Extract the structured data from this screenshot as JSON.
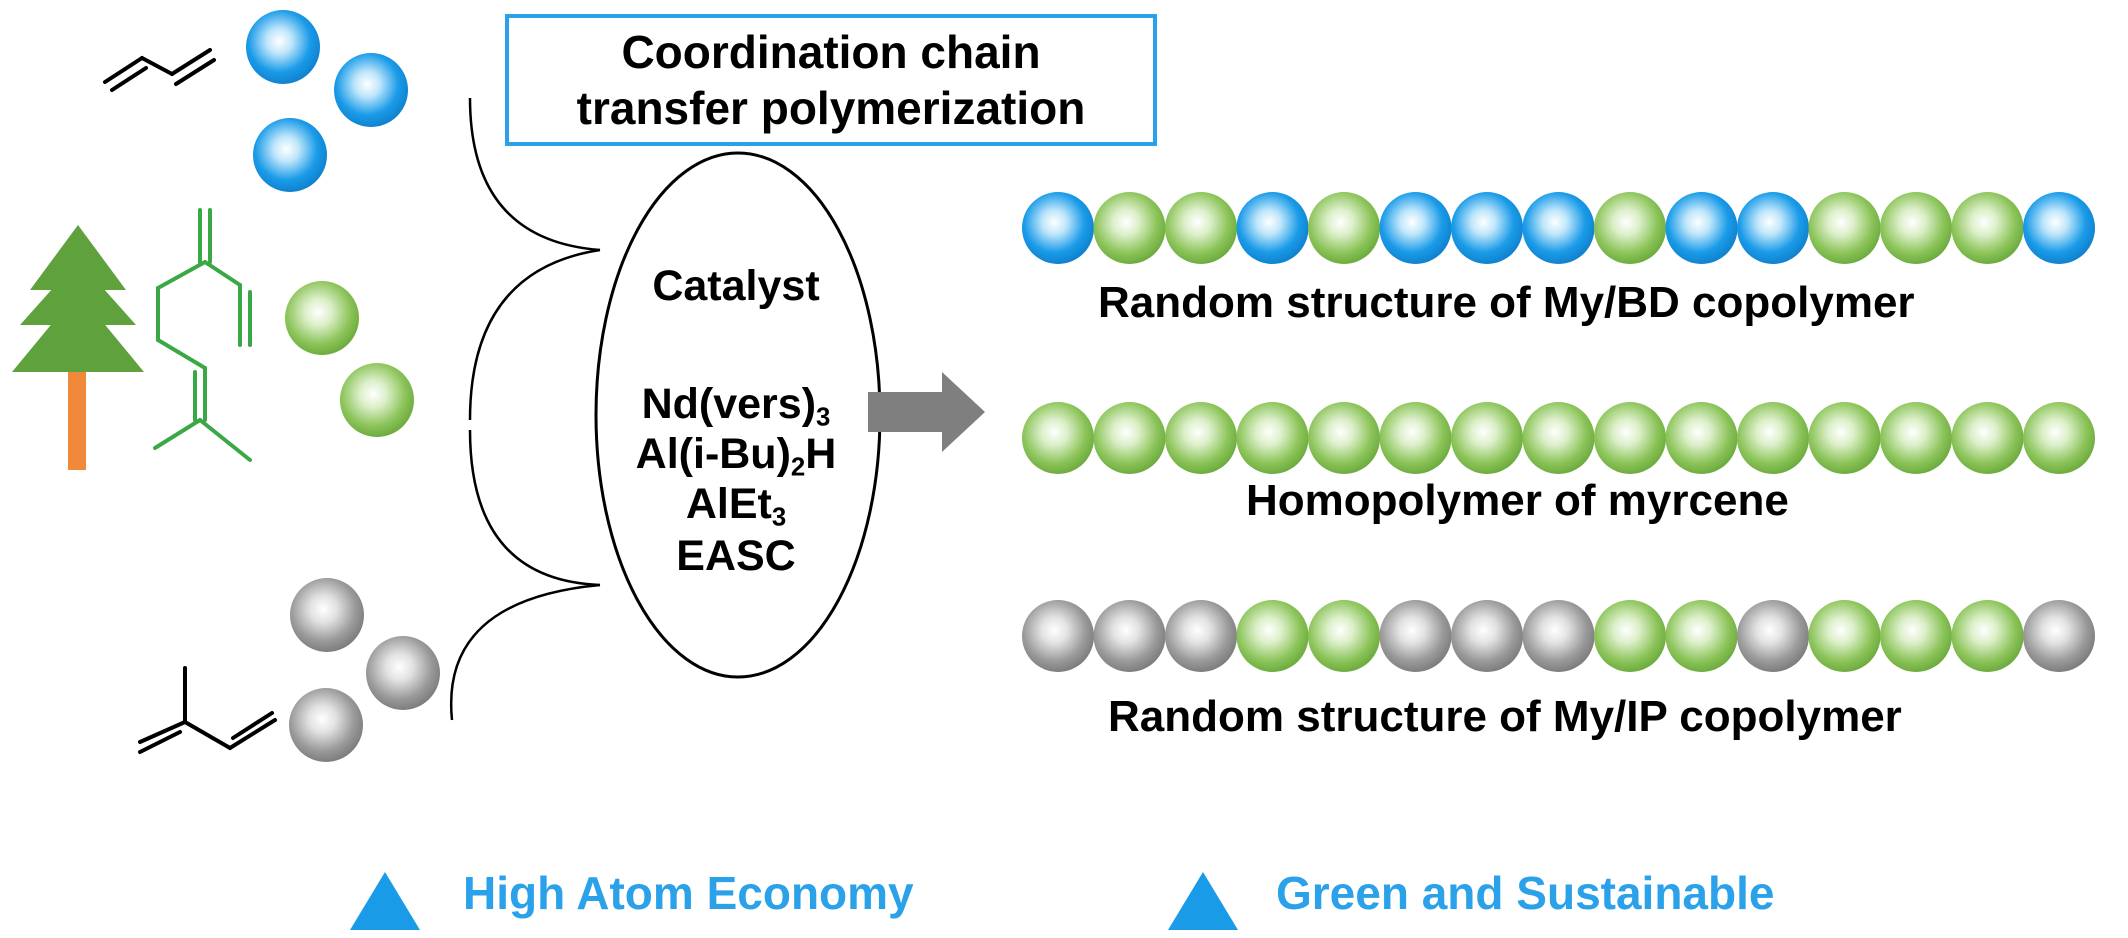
{
  "title": {
    "line1": "Coordination chain",
    "line2": "transfer polymerization"
  },
  "catalyst": {
    "heading": "Catalyst",
    "components": [
      {
        "main": "Nd(vers)",
        "sub": "3",
        "tail": ""
      },
      {
        "main": "Al(i-Bu)",
        "sub": "2",
        "tail": "H"
      },
      {
        "main": "AlEt",
        "sub": "3",
        "tail": ""
      },
      {
        "main": "EASC",
        "sub": "",
        "tail": ""
      }
    ]
  },
  "colors": {
    "butadiene": "#1a9be8",
    "myrcene": "#8cc45a",
    "isoprene": "#9a9a9a",
    "tree": "#5fa13d",
    "trunk": "#f08a3a",
    "accent": "#2aa1e8",
    "arrow": "#7f7f7f",
    "myrcene_structure": "#3aa845"
  },
  "chains": [
    {
      "label": "Random structure of My/BD copolymer",
      "beads": [
        "B",
        "M",
        "M",
        "B",
        "M",
        "B",
        "B",
        "B",
        "M",
        "B",
        "B",
        "M",
        "M",
        "M",
        "B"
      ]
    },
    {
      "label": "Homopolymer of myrcene",
      "beads": [
        "M",
        "M",
        "M",
        "M",
        "M",
        "M",
        "M",
        "M",
        "M",
        "M",
        "M",
        "M",
        "M",
        "M",
        "M"
      ]
    },
    {
      "label": "Random structure of My/IP copolymer",
      "beads": [
        "I",
        "I",
        "I",
        "M",
        "M",
        "I",
        "I",
        "I",
        "M",
        "M",
        "I",
        "M",
        "M",
        "M",
        "I"
      ]
    }
  ],
  "features": [
    "High Atom Economy",
    "Green and Sustainable"
  ]
}
